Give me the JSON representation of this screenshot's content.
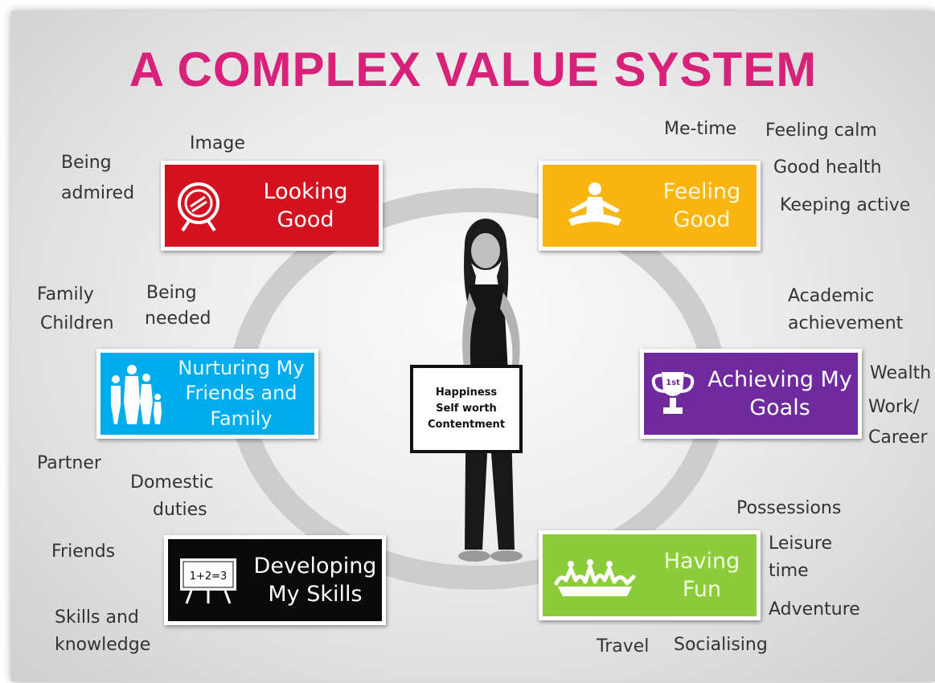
{
  "title": "A COMPLEX VALUE SYSTEM",
  "colors": {
    "title": "#d8227a",
    "looking_good": "#d4111e",
    "feeling_good": "#f9b512",
    "nurturing": "#00adec",
    "achieving": "#6f2a9e",
    "developing": "#0a0a0a",
    "having_fun": "#8ccc3a"
  },
  "boxes": {
    "looking_good": {
      "line1": "Looking",
      "line2": "Good",
      "icon": "mirror-icon"
    },
    "feeling_good": {
      "line1": "Feeling",
      "line2": "Good",
      "icon": "meditation-icon"
    },
    "nurturing": {
      "line1": "Nurturing My",
      "line2": "Friends and",
      "line3": "Family",
      "icon": "family-icon"
    },
    "achieving": {
      "line1": "Achieving My",
      "line2": "Goals",
      "icon": "trophy-icon",
      "trophy_text": "1st"
    },
    "developing": {
      "line1": "Developing",
      "line2": "My Skills",
      "icon": "chalkboard-icon",
      "board_text": "1+2=3"
    },
    "having_fun": {
      "line1": "Having",
      "line2": "Fun",
      "icon": "jumping-people-icon"
    }
  },
  "center_sign": {
    "line1": "Happiness",
    "line2": "Self worth",
    "line3": "Contentment"
  },
  "labels": {
    "image": "Image",
    "being": "Being",
    "admired": "admired",
    "me_time": "Me-time",
    "feeling_calm": "Feeling calm",
    "good_health": "Good health",
    "keeping_active": "Keeping active",
    "family": "Family",
    "children": "Children",
    "being2": "Being",
    "needed": "needed",
    "academic": "Academic",
    "achievement": "achievement",
    "wealth": "Wealth",
    "work": "Work/",
    "career": "Career",
    "partner": "Partner",
    "domestic": "Domestic",
    "duties": "duties",
    "friends": "Friends",
    "skills_and": "Skills and",
    "knowledge": "knowledge",
    "possessions": "Possessions",
    "leisure": "Leisure",
    "time": "time",
    "adventure": "Adventure",
    "travel": "Travel",
    "socialising": "Socialising"
  }
}
